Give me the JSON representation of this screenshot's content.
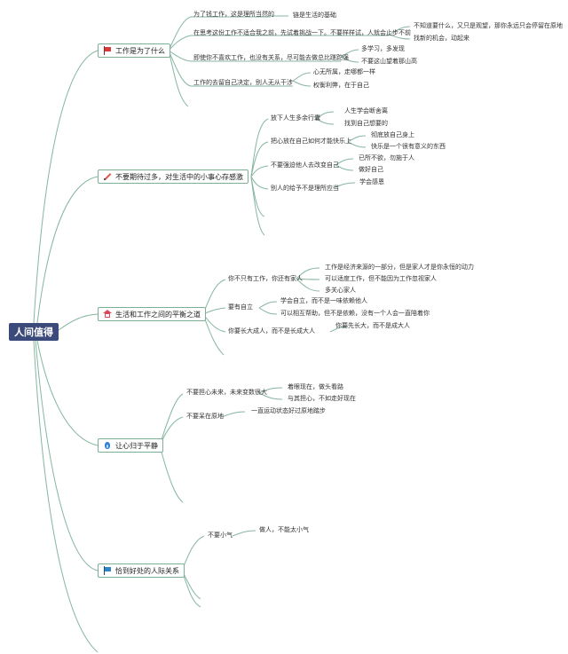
{
  "root": "人间值得",
  "topics": [
    {
      "label": "工作是为了什么",
      "icon": "red-flag-icon"
    },
    {
      "label": "不要期待过多，对生活中的小事心存感激",
      "icon": "pencil-icon"
    },
    {
      "label": "生活和工作之间的平衡之道",
      "icon": "house-icon"
    },
    {
      "label": "让心归于平静",
      "icon": "flame-icon"
    },
    {
      "label": "恰到好处的人际关系",
      "icon": "blue-flag-icon"
    }
  ],
  "branches": [
    [
      "为了钱工作，这是理所当然的",
      "在思考这份工作不适合我之前，先试着挑战一下。不要样样试，人就会止步不前",
      "即使你不喜欢工作，也没有关系，尽可能去做总比蹉跎强",
      "工作的去留自己决定，别人无从干涉"
    ],
    [
      "放下人生多余行囊",
      "把心放在自己如何才能快乐上",
      "不要强迫他人去改变自己",
      "别人的给予不是理所应当"
    ],
    [
      "你不只有工作，你还有家人",
      "要有自立",
      "你要长大成人，而不是长成大人"
    ],
    [
      "不要担心未来，未来变数很大",
      "不要呆在原地"
    ],
    [
      "不要小气"
    ]
  ],
  "leaves": [
    [
      "链是生活的基础"
    ],
    [
      "不知道要什么，又只是观望，那你永远只会停留在原地",
      "找新的机会，动起来"
    ],
    [
      "多学习，多发现",
      "不要这山望着那山高"
    ],
    [
      "心无所属，走哪都一样",
      "权衡利弊，在于自己"
    ],
    [
      "人生学会断舍离",
      "找到自己想要的"
    ],
    [
      "彻底放自己身上",
      "快乐是一个很有意义的东西"
    ],
    [
      "已所不欲，勿施于人",
      "做好自己"
    ],
    [
      "学会感恩"
    ],
    [
      "工作是经济来源的一部分，但是家人才是你永恒的动力",
      "可以适度工作，但不能因为工作忽视家人",
      "多关心家人"
    ],
    [
      "学会自立，而不是一味依赖他人",
      "可以相互帮助，但不是依赖，没有一个人会一直陪着你"
    ],
    [
      "你要先长大，而不是成大人"
    ],
    [
      "着眼现在，做头看路",
      "与其担心，不如走好现在"
    ],
    [
      "一直运动状态好过原地踏步"
    ],
    [
      "做人，不能太小气"
    ]
  ]
}
